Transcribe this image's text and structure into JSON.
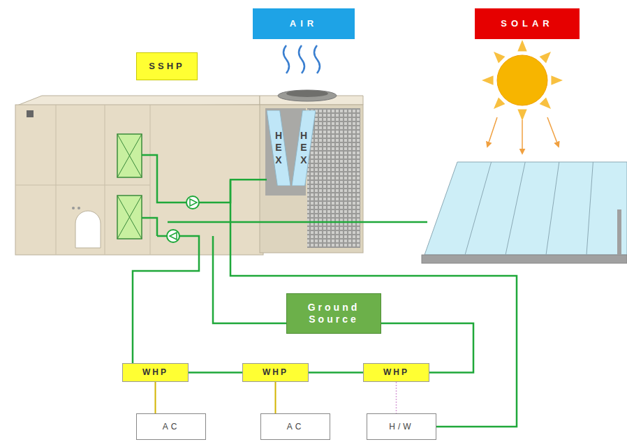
{
  "diagram": {
    "nodes": [
      {
        "text": [
          "AIR"
        ]
      },
      {
        "text": [
          "SOLAR"
        ]
      },
      {
        "text": [
          "SSHP"
        ]
      },
      {
        "text": [
          "HEX"
        ]
      },
      {
        "text": [
          "HEX"
        ]
      },
      {
        "text": [
          "Ground Source"
        ]
      },
      {
        "text": [
          "WHP"
        ]
      },
      {
        "text": [
          "WHP"
        ]
      },
      {
        "text": [
          "WHP"
        ]
      },
      {
        "text": [
          "AC"
        ]
      },
      {
        "text": [
          "AC"
        ]
      },
      {
        "text": [
          "H/W"
        ]
      }
    ],
    "edges": [
      {
        "from": 6,
        "to": 7,
        "arrow": "none"
      },
      {
        "from": 7,
        "to": 8,
        "arrow": "none"
      },
      {
        "from": 5,
        "to": 8,
        "arrow": "none"
      },
      {
        "from": 6,
        "to": 9,
        "arrow": "none"
      },
      {
        "from": 7,
        "to": 10,
        "arrow": "none"
      },
      {
        "from": 8,
        "to": 11,
        "arrow": "none"
      },
      {
        "from": 3,
        "to": 11,
        "arrow": "none"
      }
    ]
  }
}
